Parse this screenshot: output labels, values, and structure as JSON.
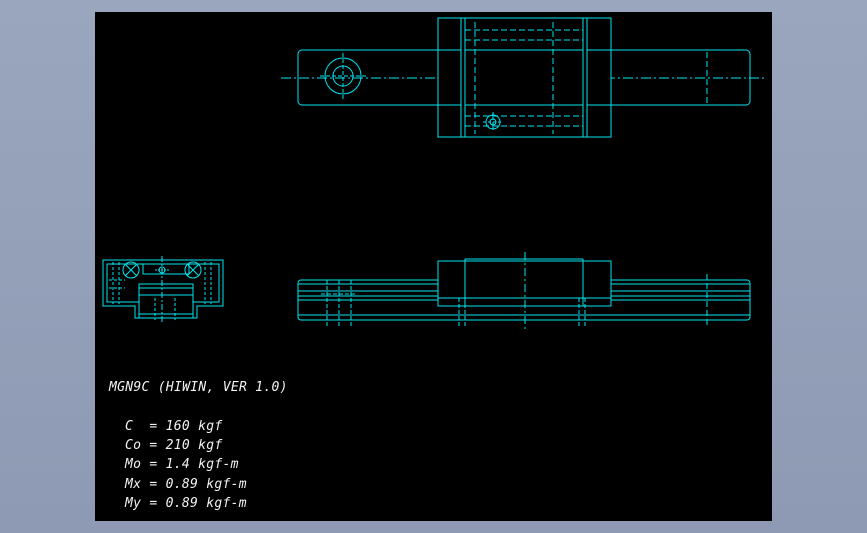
{
  "colors": {
    "background": "#8e9ab3",
    "canvas": "#000000",
    "geometry": "#00e5f0",
    "text": "#f2f2f2"
  },
  "title": "MGN9C (HIWIN, VER 1.0)",
  "specs": [
    "C  = 160 kgf",
    "Co = 210 kgf",
    "Mo = 1.4 kgf-m",
    "Mx = 0.89 kgf-m",
    "My = 0.89 kgf-m"
  ]
}
